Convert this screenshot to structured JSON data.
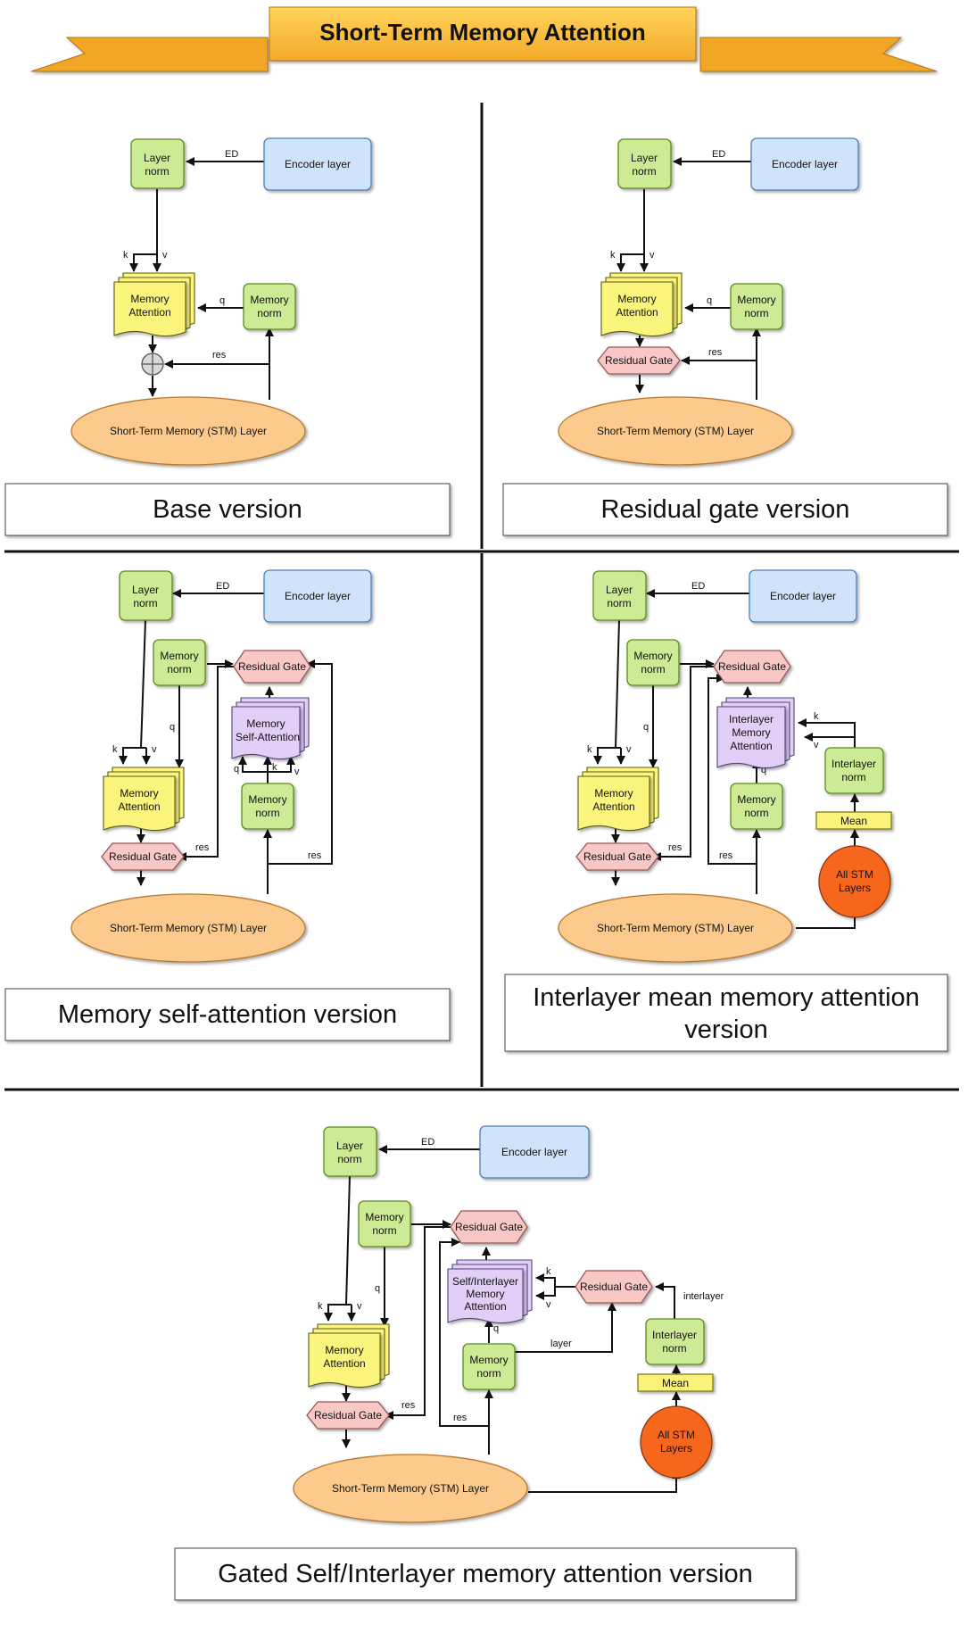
{
  "title": "Short-Term Memory Attention",
  "colors": {
    "banner": "#f7b733",
    "green_node": "#cdea94",
    "blue_node": "#cfe4fa",
    "stm_layer": "#fcca8c",
    "residual_gate": "#f7c8c6",
    "memory_attention": "#fbf57d",
    "self_attention": "#e1cff7",
    "all_stm_layers": "#f6661f"
  },
  "labels": {
    "layer_norm_l1": "Layer",
    "layer_norm_l2": "norm",
    "encoder_layer": "Encoder layer",
    "memory_norm_l1": "Memory",
    "memory_norm_l2": "norm",
    "memory_attention_l1": "Memory",
    "memory_attention_l2": "Attention",
    "memory_self_attention_l1": "Memory",
    "memory_self_attention_l2": "Self-Attention",
    "interlayer_attention_l1": "Interlayer",
    "interlayer_attention_l2": "Memory",
    "interlayer_attention_l3": "Attention",
    "self_interlayer_l1": "Self/Interlayer",
    "self_interlayer_l2": "Memory",
    "self_interlayer_l3": "Attention",
    "interlayer_norm_l1": "Interlayer",
    "interlayer_norm_l2": "norm",
    "mean": "Mean",
    "all_stm_l1": "All STM",
    "all_stm_l2": "Layers",
    "residual_gate": "Residual Gate",
    "stm_layer": "Short-Term Memory (STM) Layer",
    "ed": "ED",
    "k": "k",
    "v": "v",
    "q": "q",
    "res": "res",
    "layer": "layer",
    "interlayer": "interlayer"
  },
  "captions": {
    "base": "Base version",
    "residual_gate": "Residual gate version",
    "memory_self_attention": "Memory self-attention version",
    "interlayer_mean_l1": "Interlayer mean memory attention",
    "interlayer_mean_l2": "version",
    "gated": "Gated Self/Interlayer memory attention version"
  }
}
